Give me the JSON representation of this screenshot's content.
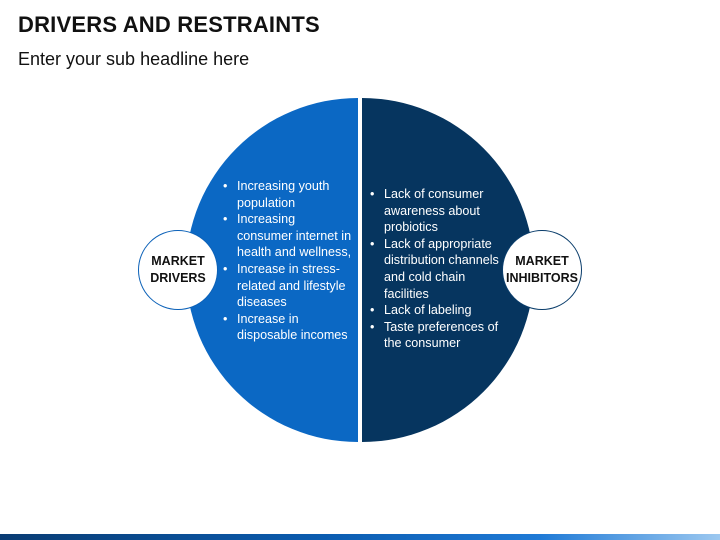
{
  "title": "DRIVERS AND RESTRAINTS",
  "subtitle": "Enter your sub headline here",
  "colors": {
    "drivers_fill": "#0b68c4",
    "inhibitors_fill": "#06355f",
    "badge_border": "#0b61b8"
  },
  "drivers": {
    "label_line1": "MARKET",
    "label_line2": "DRIVERS",
    "items": [
      "Increasing youth population",
      "Increasing consumer internet in health and wellness,",
      "Increase in stress-related and lifestyle diseases",
      "Increase in disposable incomes"
    ]
  },
  "inhibitors": {
    "label_line1": "MARKET",
    "label_line2": "INHIBITORS",
    "items": [
      "Lack of consumer awareness about probiotics",
      "Lack of appropriate distribution channels and cold chain facilities",
      "Lack of labeling",
      "Taste preferences of the consumer"
    ]
  }
}
